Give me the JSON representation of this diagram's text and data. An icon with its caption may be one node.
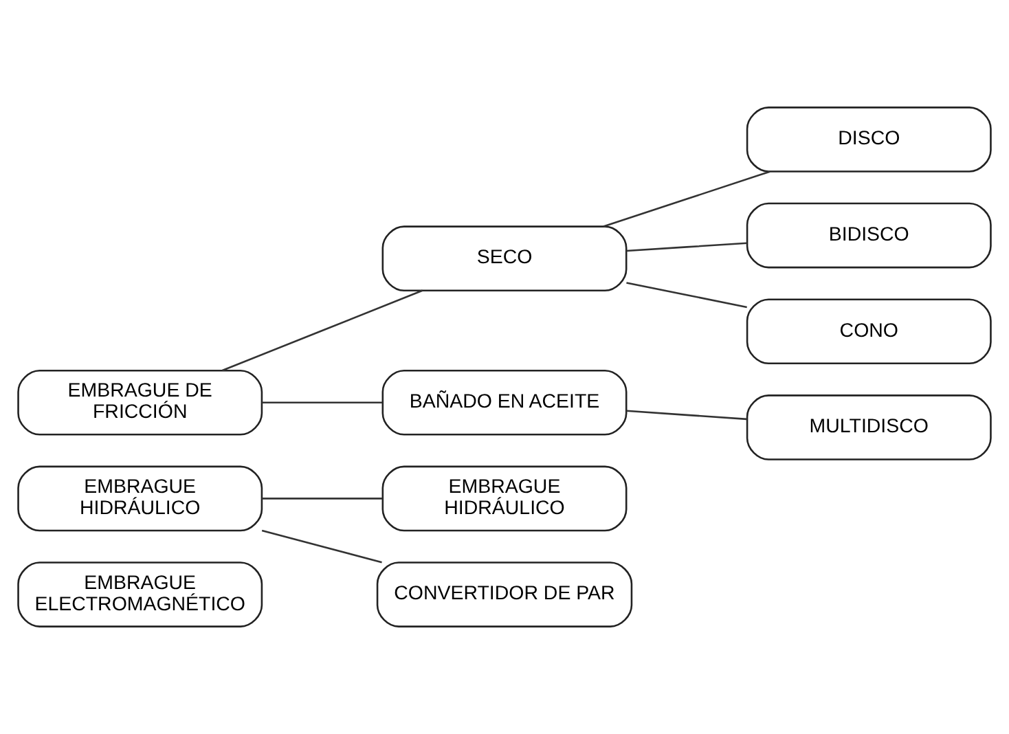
{
  "diagram": {
    "nodes": [
      {
        "text": [
          "EMBRAGUE DE FRICCIÓN"
        ]
      },
      {
        "text": [
          "SECO"
        ]
      },
      {
        "text": [
          "BAÑADO EN ACEITE"
        ]
      },
      {
        "text": [
          "DISCO"
        ]
      },
      {
        "text": [
          "BIDISCO"
        ]
      },
      {
        "text": [
          "CONO"
        ]
      },
      {
        "text": [
          "MULTIDISCO"
        ]
      },
      {
        "text": [
          "EMBRAGUE HIDRÁULICO"
        ]
      },
      {
        "text": [
          "EMBRAGUE HIDRÁULICO"
        ]
      },
      {
        "text": [
          "CONVERTIDOR DE PAR"
        ]
      },
      {
        "text": [
          "EMBRAGUE ELECTROMAGNÉTICO"
        ]
      }
    ],
    "edges": [
      {
        "from": 0,
        "to": 1,
        "arrow": "none"
      },
      {
        "from": 0,
        "to": 2,
        "arrow": "none"
      },
      {
        "from": 1,
        "to": 3,
        "arrow": "none"
      },
      {
        "from": 1,
        "to": 4,
        "arrow": "none"
      },
      {
        "from": 1,
        "to": 5,
        "arrow": "none"
      },
      {
        "from": 2,
        "to": 6,
        "arrow": "none"
      },
      {
        "from": 7,
        "to": 8,
        "arrow": "none"
      },
      {
        "from": 7,
        "to": 9,
        "arrow": "none"
      }
    ]
  }
}
